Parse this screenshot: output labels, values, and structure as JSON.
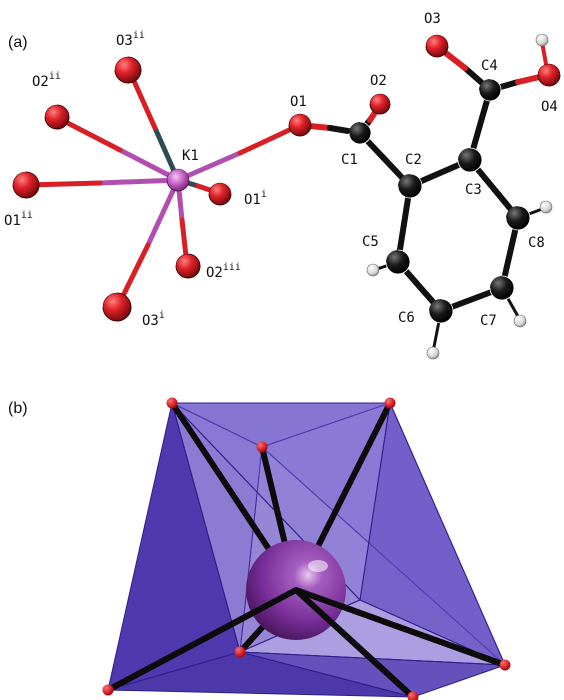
{
  "panels": [
    {
      "id": "a",
      "label": "(a)"
    },
    {
      "id": "b",
      "label": "(b)"
    }
  ],
  "atom_labels": [
    {
      "id": "K1",
      "text": "K1",
      "sup": ""
    },
    {
      "id": "O1",
      "text": "O1",
      "sup": ""
    },
    {
      "id": "O2",
      "text": "O2",
      "sup": ""
    },
    {
      "id": "O3",
      "text": "O3",
      "sup": ""
    },
    {
      "id": "O4",
      "text": "O4",
      "sup": ""
    },
    {
      "id": "C1",
      "text": "C1",
      "sup": ""
    },
    {
      "id": "C2",
      "text": "C2",
      "sup": ""
    },
    {
      "id": "C3",
      "text": "C3",
      "sup": ""
    },
    {
      "id": "C4",
      "text": "C4",
      "sup": ""
    },
    {
      "id": "C5",
      "text": "C5",
      "sup": ""
    },
    {
      "id": "C6",
      "text": "C6",
      "sup": ""
    },
    {
      "id": "C7",
      "text": "C7",
      "sup": ""
    },
    {
      "id": "C8",
      "text": "C8",
      "sup": ""
    },
    {
      "id": "O3ii",
      "text": "O3",
      "sup": "ii"
    },
    {
      "id": "O2ii",
      "text": "O2",
      "sup": "ii"
    },
    {
      "id": "O1ii",
      "text": "O1",
      "sup": "ii"
    },
    {
      "id": "O1i",
      "text": "O1",
      "sup": "i"
    },
    {
      "id": "O2iii",
      "text": "O2",
      "sup": "iii"
    },
    {
      "id": "O3i",
      "text": "O3",
      "sup": "i"
    }
  ],
  "colors": {
    "oxygen": "#d81f26",
    "oxygen_dark": "#7a0a0e",
    "carbon": "#111111",
    "hydrogen": "#e6e6e6",
    "potassium": "#c260c2",
    "potassium_bond": "#b04fb0",
    "polyhedron_fill": "#4a2fb0",
    "polyhedron_edge": "#2f1f8a",
    "sphere": "#8a3aa8",
    "bond_black": "#0c0c0c"
  }
}
